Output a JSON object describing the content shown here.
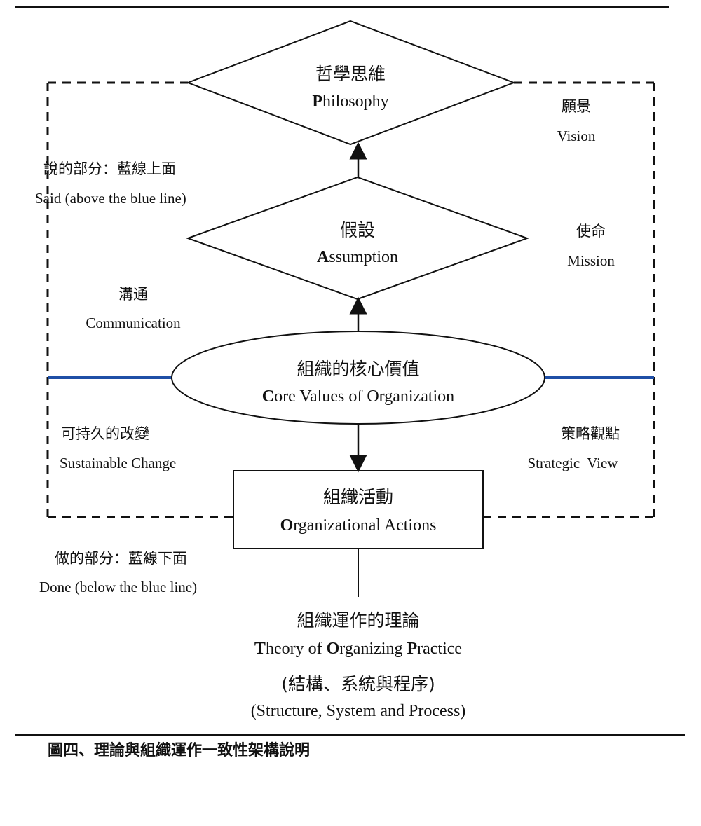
{
  "nodes": {
    "philosophy": {
      "zh": "哲學思維",
      "en_initial": "P",
      "en_rest": "hilosophy"
    },
    "assumption": {
      "zh": "假設",
      "en_initial": "A",
      "en_rest": "ssumption"
    },
    "core_values": {
      "zh": "組織的核心價值",
      "en_initial": "C",
      "en_rest": "ore Values of Organization"
    },
    "actions": {
      "zh": "組織活動",
      "en_initial": "O",
      "en_rest": "rganizational Actions"
    }
  },
  "side_labels": {
    "vision": {
      "zh": "願景",
      "en": "Vision"
    },
    "said": {
      "zh": "說的部分：藍線上面",
      "en": "Said (above the blue line)"
    },
    "mission": {
      "zh": "使命",
      "en": "Mission"
    },
    "communication": {
      "zh": "溝通",
      "en": "Communication"
    },
    "sustainable": {
      "zh": "可持久的改變",
      "en": "Sustainable Change"
    },
    "strategic": {
      "zh": "策略觀點",
      "en": "Strategic  View"
    },
    "done": {
      "zh": "做的部分：藍線下面",
      "en": "Done (below the blue line)"
    }
  },
  "theory": {
    "zh": "組織運作的理論",
    "en_t": "T",
    "en_heory_of": "heory of ",
    "en_o": "O",
    "en_rganizing": "rganizing ",
    "en_p": "P",
    "en_ractice": "ractice",
    "zh_sub": "(結構、系統與程序)",
    "en_sub": "(Structure, System and Process)"
  },
  "caption": "圖四、理論與組織運作一致性架構說明",
  "colors": {
    "blue_line": "#1f4fa6",
    "black": "#111111"
  }
}
